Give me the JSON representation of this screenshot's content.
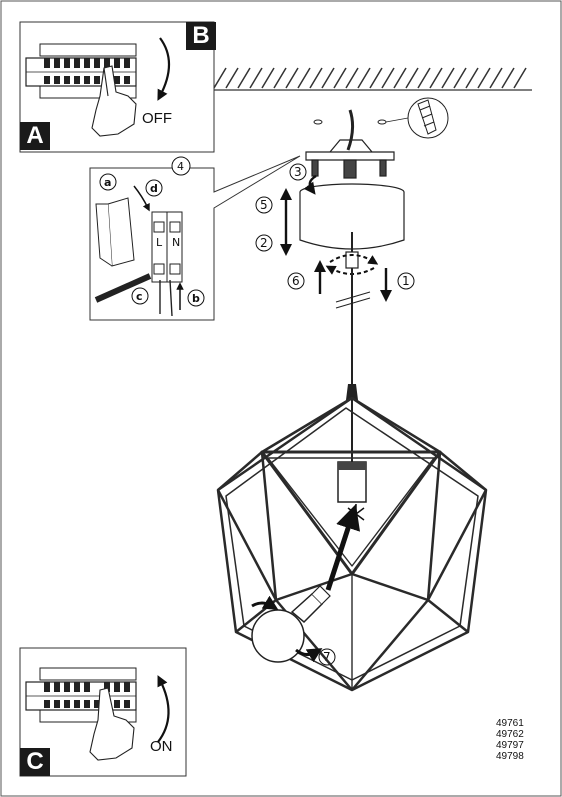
{
  "panels": {
    "a": {
      "tag": "A",
      "switch_state": "OFF"
    },
    "b": {
      "tag": "B"
    },
    "c": {
      "tag": "C",
      "switch_state": "ON"
    }
  },
  "steps": [
    "1",
    "2",
    "3",
    "4",
    "5",
    "6",
    "7"
  ],
  "wiring_detail": {
    "step": "4",
    "sub_steps": [
      "a",
      "b",
      "c",
      "d"
    ],
    "terminal_labels": [
      "L",
      "N"
    ]
  },
  "model_numbers": [
    "49761",
    "49762",
    "49797",
    "49798"
  ],
  "colors": {
    "ink": "#1a1a1a",
    "hatch": "#333333",
    "paper": "#ffffff"
  }
}
